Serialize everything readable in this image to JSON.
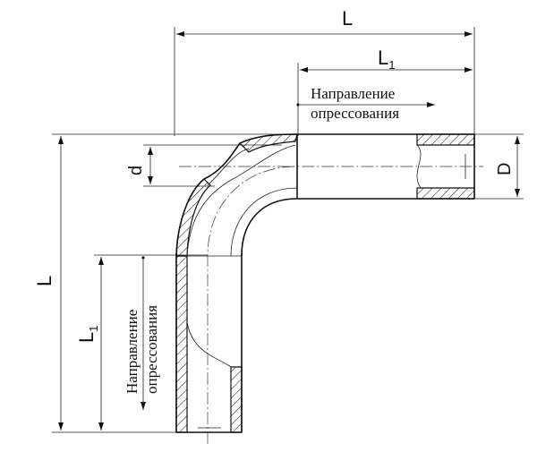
{
  "labels": {
    "length_total": "L",
    "length_segment": "L",
    "subscript_1": "1",
    "inner_diameter": "d",
    "outer_diameter": "D",
    "pressing_direction_line1": "Направление",
    "pressing_direction_line2": "опрессования"
  }
}
